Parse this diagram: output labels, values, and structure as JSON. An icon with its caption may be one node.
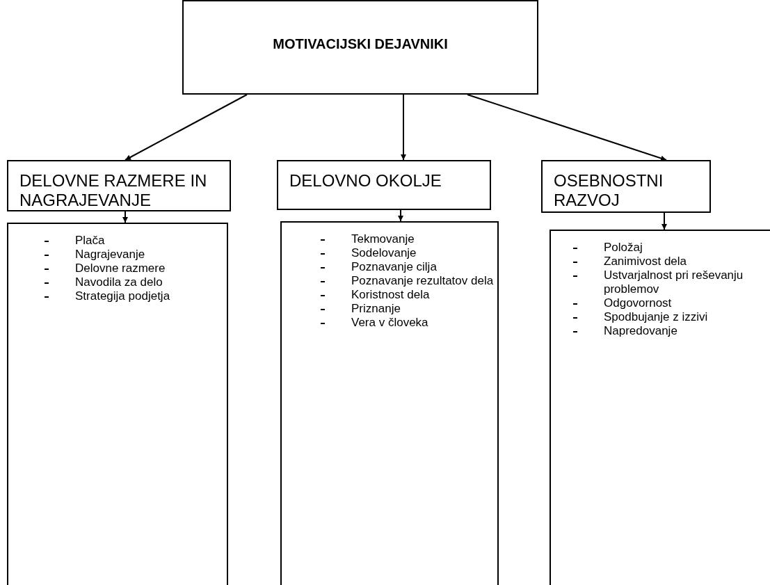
{
  "diagram": {
    "nodes": [
      {
        "text": [
          "MOTIVACIJSKI DEJAVNIKI"
        ]
      },
      {
        "text": [
          "DELOVNE RAZMERE IN NAGRAJEVANJE"
        ]
      },
      {
        "text": [
          "DELOVNO OKOLJE"
        ]
      },
      {
        "text": [
          "OSEBNOSTNI RAZVOJ"
        ]
      },
      {
        "text": [
          "Plača",
          "Nagrajevanje",
          "Delovne razmere",
          "Navodila za delo",
          "Strategija podjetja"
        ]
      },
      {
        "text": [
          "Tekmovanje",
          "Sodelovanje",
          "Poznavanje cilja",
          "Poznavanje rezultatov dela",
          "Koristnost dela",
          "Priznanje",
          "Vera v človeka"
        ]
      },
      {
        "text": [
          "Položaj",
          "Zanimivost dela",
          "Ustvarjalnost pri reševanju problemov",
          "Odgovornost",
          "Spodbujanje z izzivi",
          "Napredovanje"
        ]
      }
    ],
    "edges": [
      {
        "from": 0,
        "to": 1,
        "arrow": "to"
      },
      {
        "from": 0,
        "to": 2,
        "arrow": "to"
      },
      {
        "from": 0,
        "to": 3,
        "arrow": "to"
      },
      {
        "from": 1,
        "to": 4,
        "arrow": "to"
      },
      {
        "from": 2,
        "to": 5,
        "arrow": "to"
      },
      {
        "from": 3,
        "to": 6,
        "arrow": "to"
      }
    ]
  }
}
